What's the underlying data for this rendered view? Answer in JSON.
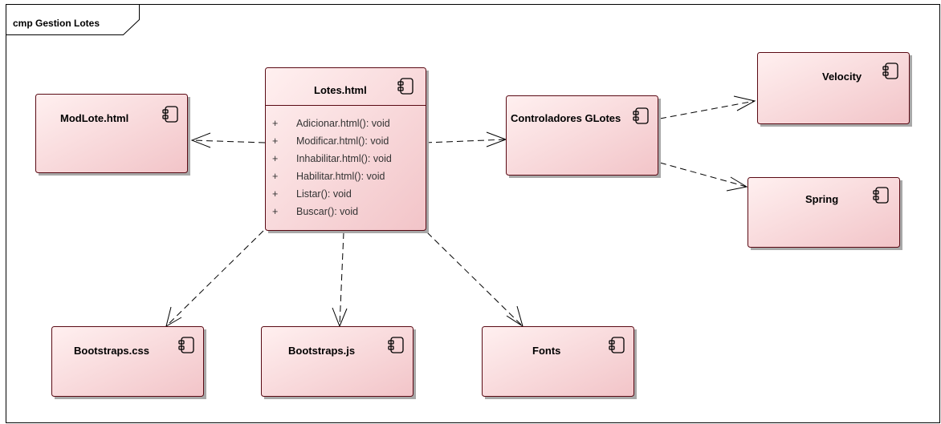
{
  "diagram": {
    "frame_label": "cmp Gestion Lotes",
    "colors": {
      "component_fill_light": "#fff0f0",
      "component_fill_dark": "#f2c4c8",
      "component_border": "#5a0a14",
      "connector": "#000000"
    },
    "components": {
      "lotes": {
        "name": "Lotes.html",
        "operations": [
          {
            "visibility": "+",
            "signature": "Adicionar.html(): void"
          },
          {
            "visibility": "+",
            "signature": "Modificar.html(): void"
          },
          {
            "visibility": "+",
            "signature": "Inhabilitar.html(): void"
          },
          {
            "visibility": "+",
            "signature": "Habilitar.html(): void"
          },
          {
            "visibility": "+",
            "signature": "Listar(): void"
          },
          {
            "visibility": "+",
            "signature": "Buscar(): void"
          }
        ]
      },
      "modlote": {
        "name": "ModLote.html"
      },
      "controladores": {
        "name": "Controladores GLotes"
      },
      "velocity": {
        "name": "Velocity"
      },
      "spring": {
        "name": "Spring"
      },
      "bootstraps_css": {
        "name": "Bootstraps.css"
      },
      "bootstraps_js": {
        "name": "Bootstraps.js"
      },
      "fonts": {
        "name": "Fonts"
      }
    },
    "dependencies": [
      {
        "from": "Lotes.html",
        "to": "ModLote.html"
      },
      {
        "from": "Lotes.html",
        "to": "Controladores GLotes"
      },
      {
        "from": "Controladores GLotes",
        "to": "Velocity"
      },
      {
        "from": "Controladores GLotes",
        "to": "Spring"
      },
      {
        "from": "Lotes.html",
        "to": "Bootstraps.css"
      },
      {
        "from": "Lotes.html",
        "to": "Bootstraps.js"
      },
      {
        "from": "Lotes.html",
        "to": "Fonts"
      }
    ]
  }
}
